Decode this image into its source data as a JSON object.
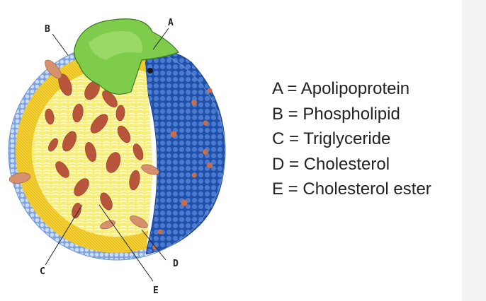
{
  "diagram": {
    "labels": {
      "a": "A",
      "b": "B",
      "c": "C",
      "d": "D",
      "e": "E"
    }
  },
  "legend": {
    "items": [
      "A = Apolipoprotein",
      "B = Phospholipid",
      "C = Triglyceride",
      "D = Cholesterol",
      "E = Cholesterol ester"
    ]
  },
  "colors": {
    "outer_shell": "#8fb1e8",
    "phospholipid_heads": "#c9dbf5",
    "cut_blue": "#2e5fb8",
    "core_yellow": "#f4e642",
    "core_pale": "#f2ee9c",
    "cholesterol_ester": "#b9553a",
    "apolipoprotein": "#6ec23e"
  }
}
